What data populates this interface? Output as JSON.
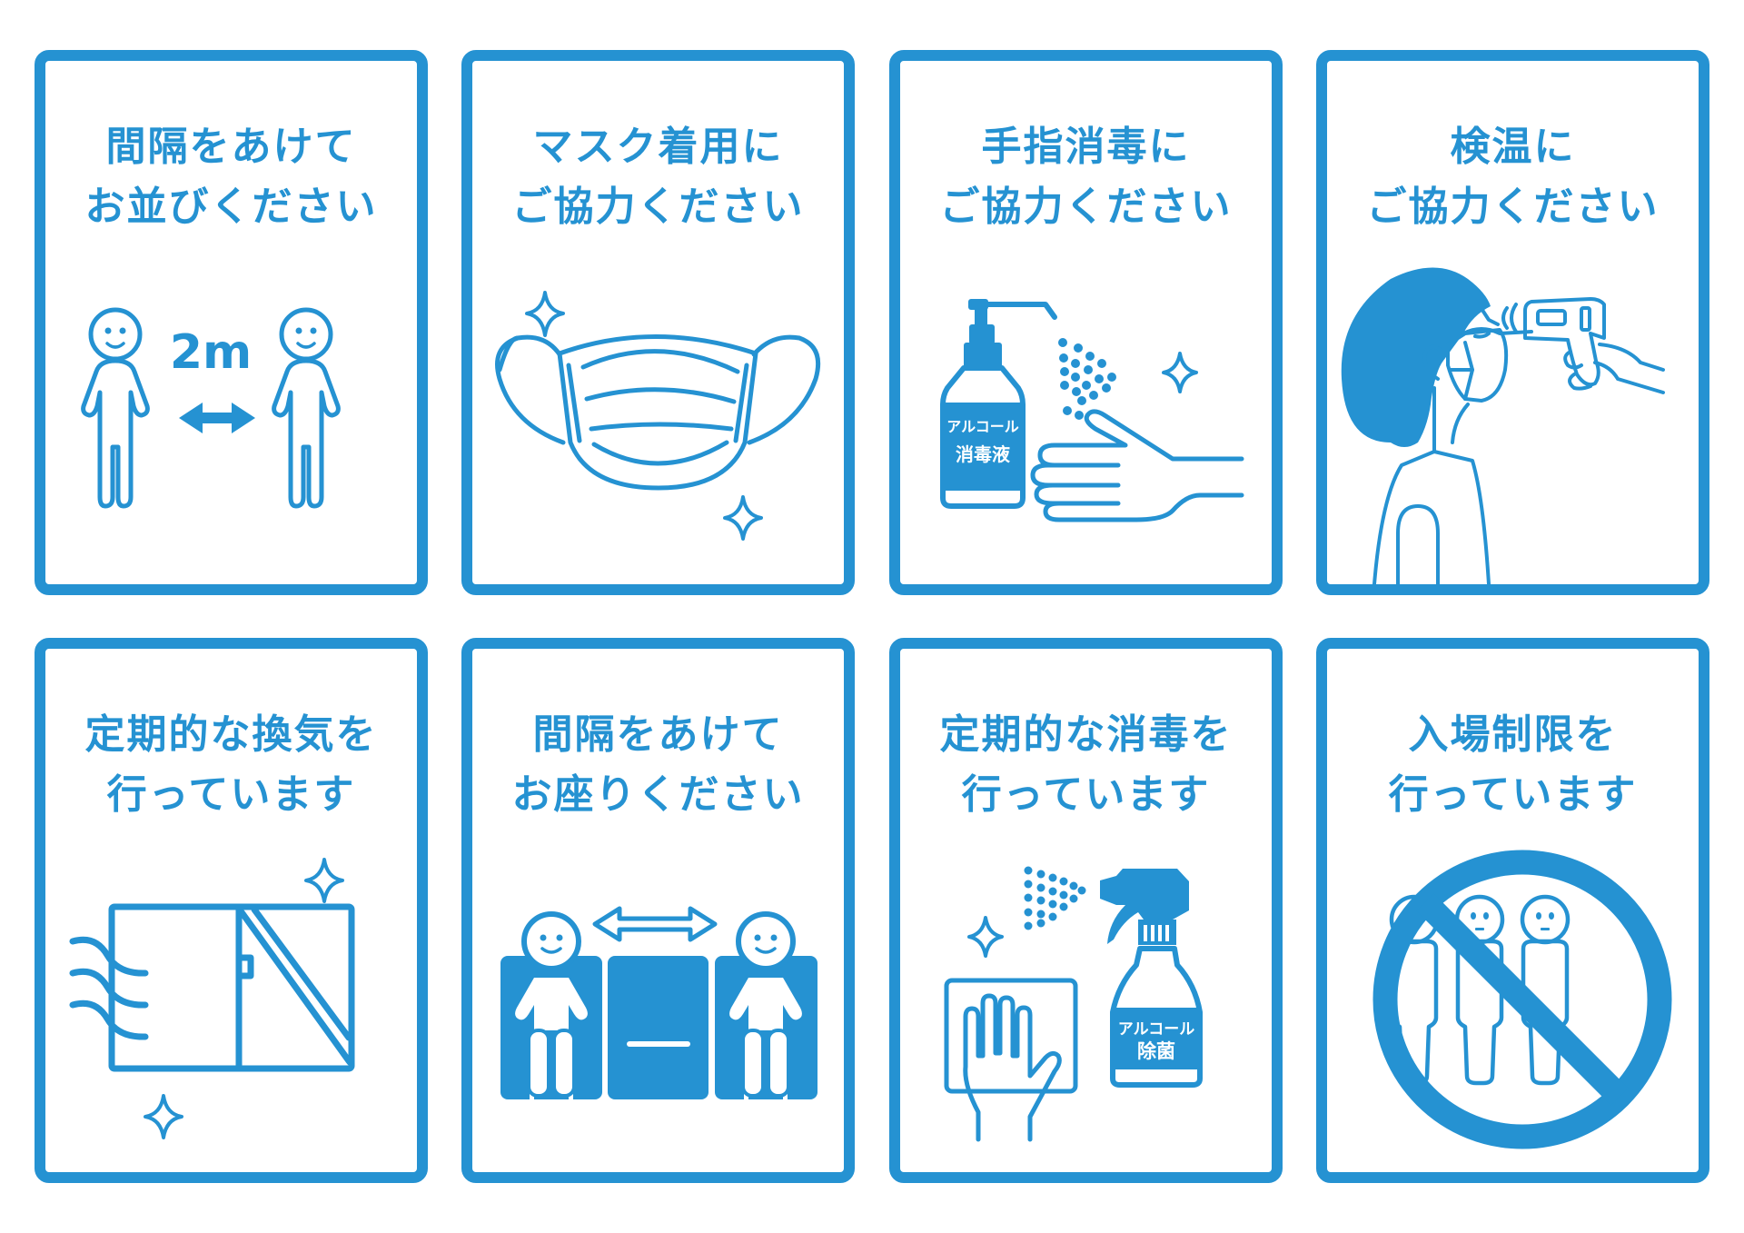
{
  "theme": {
    "accent": "#2592D2",
    "background": "#ffffff"
  },
  "cards": [
    {
      "id": "line-up-spacing",
      "title_lines": [
        "間隔をあけて",
        "お並びください"
      ],
      "icon": "two-people-distance-icon",
      "distance_label": "2m"
    },
    {
      "id": "wear-mask",
      "title_lines": [
        "マスク着用に",
        "ご協力ください"
      ],
      "icon": "face-mask-icon"
    },
    {
      "id": "hand-sanitizing",
      "title_lines": [
        "手指消毒に",
        "ご協力ください"
      ],
      "icon": "sanitizer-bottle-hand-icon",
      "bottle_label": [
        "アルコール",
        "消毒液"
      ]
    },
    {
      "id": "temperature-check",
      "title_lines": [
        "検温に",
        "ご協力ください"
      ],
      "icon": "thermometer-check-icon"
    },
    {
      "id": "ventilation",
      "title_lines": [
        "定期的な換気を",
        "行っています"
      ],
      "icon": "open-window-icon"
    },
    {
      "id": "seat-spacing",
      "title_lines": [
        "間隔をあけて",
        "お座りください"
      ],
      "icon": "spaced-seating-icon"
    },
    {
      "id": "regular-disinfection",
      "title_lines": [
        "定期的な消毒を",
        "行っています"
      ],
      "icon": "spray-bottle-wipe-icon",
      "bottle_label": [
        "アルコール",
        "除菌"
      ]
    },
    {
      "id": "entry-restriction",
      "title_lines": [
        "入場制限を",
        "行っています"
      ],
      "icon": "no-crowd-icon"
    }
  ]
}
